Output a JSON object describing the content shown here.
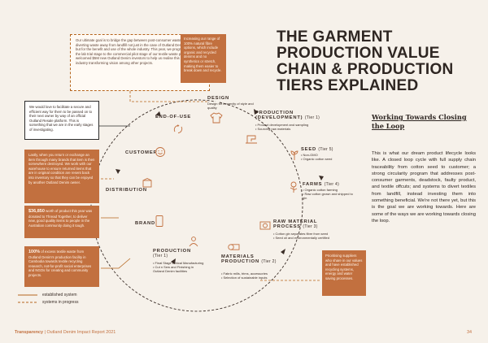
{
  "title": "THE GARMENT PRODUCTION VALUE CHAIN & PRODUCTION TIERS EXPLAINED",
  "section": {
    "heading": "Working Towards Closing the Loop",
    "body": "This is what our dream product lifecycle looks like. A closed loop cycle with full supply chain traceability from cotton seed to customer; a strong circularity program that addresses post-consumer garments, deadstock, faulty product, and textile offcuts; and systems to divert textiles from landfill, instead investing them into something beneficial. We're not there yet, but this is the goal we are working towards. Here are some of the ways we are working towards closing the loop."
  },
  "stages": {
    "design": {
      "label": "DESIGN",
      "desc": "Design for longevity of style and quality"
    },
    "production_dev": {
      "label": "PRODUCTION (DEVELOPMENT)",
      "tier": "(Tier 1)",
      "desc": "• Product development and sampling\n• Sourcing raw materials"
    },
    "seed": {
      "label": "SEED",
      "tier": "(Tier 5)",
      "desc": "• Non-GMO\n• Organic cotton seed"
    },
    "farms": {
      "label": "FARMS",
      "tier": "(Tier 4)",
      "desc": "• Organic cotton farming\n• Raw cotton grown and shipped to gin"
    },
    "raw_material": {
      "label": "RAW MATERIAL PROCESS",
      "tier": "(Tier 3)",
      "desc": "• Cotton gin separates fibre from seed\n• Seed oil and environmentally certified"
    },
    "materials": {
      "label": "MATERIALS PRODUCTION",
      "tier": "(Tier 2)",
      "desc": "• Fabric mills, trims, accessories\n• Selection of sustainable inputs"
    },
    "production": {
      "label": "PRODUCTION",
      "tier": "(Tier 1)",
      "desc": "• Final Stage Ethical Manufacturing\n• Cut n Sew and Finishing in Outland Denim facilities"
    },
    "brand": {
      "label": "BRAND"
    },
    "distribution": {
      "label": "DISTRIBUTION"
    },
    "customer": {
      "label": "CUSTOMER"
    },
    "end_of_use": {
      "label": "END-OF-USE"
    }
  },
  "notes": {
    "goal": "Our ultimate goal is to bridge the gap between post-consumer waste and design, diverting waste away from landfill not just in the case of Outland Denim products, but for the benefit and use of the whole industry. This year, we progressed beyond the lab trial stage to the commercial pilot stage of our textile waste program, and welcomed $5M new Outland Denim investors to help us realise this potentially industry transforming vision among other projects.",
    "fibres": "Increasing our range of 100% natural fibre options, which include organic and recycled denims and no synthetics or stretch, making them easier to break down and recycle.",
    "secure": "We would love to facilitate a secure and efficient way for them to be passed on to their next owner by way of an official Outland Resale platform. This is something that we are in the early stages of investigating.",
    "resell": "Lastly, when you return or exchange an item through many brands that item is then somewhere destroyed. We work with our warehouse to ensure returned items that are in original condition are resent back into inventory so that they can be enjoyed by another Outland Denim owner.",
    "donated_amount": "$36,850",
    "donated": "worth of product this year was donated to Thread Together, to deliver new, good quality items to people in the Australian community doing it tough.",
    "pct_amount": "100%",
    "pct": "of excess textile waste from Outland Denim's production facility in Cambodia towards textile recycling research, not-for-profit social enterprises and NGOs for creating and community projects.",
    "suppliers": "Prioritising suppliers who share in our values and have established recycling systems, energy and water saving processes."
  },
  "legend": {
    "established": "established system",
    "progress": "systems in progress"
  },
  "footer": {
    "left_bold": "Transparency",
    "left": " | Outland Denim Impact Report 2021",
    "page": "34"
  },
  "colors": {
    "accent": "#c2703f",
    "background": "#f6f1ea",
    "dark": "#2e2622"
  }
}
